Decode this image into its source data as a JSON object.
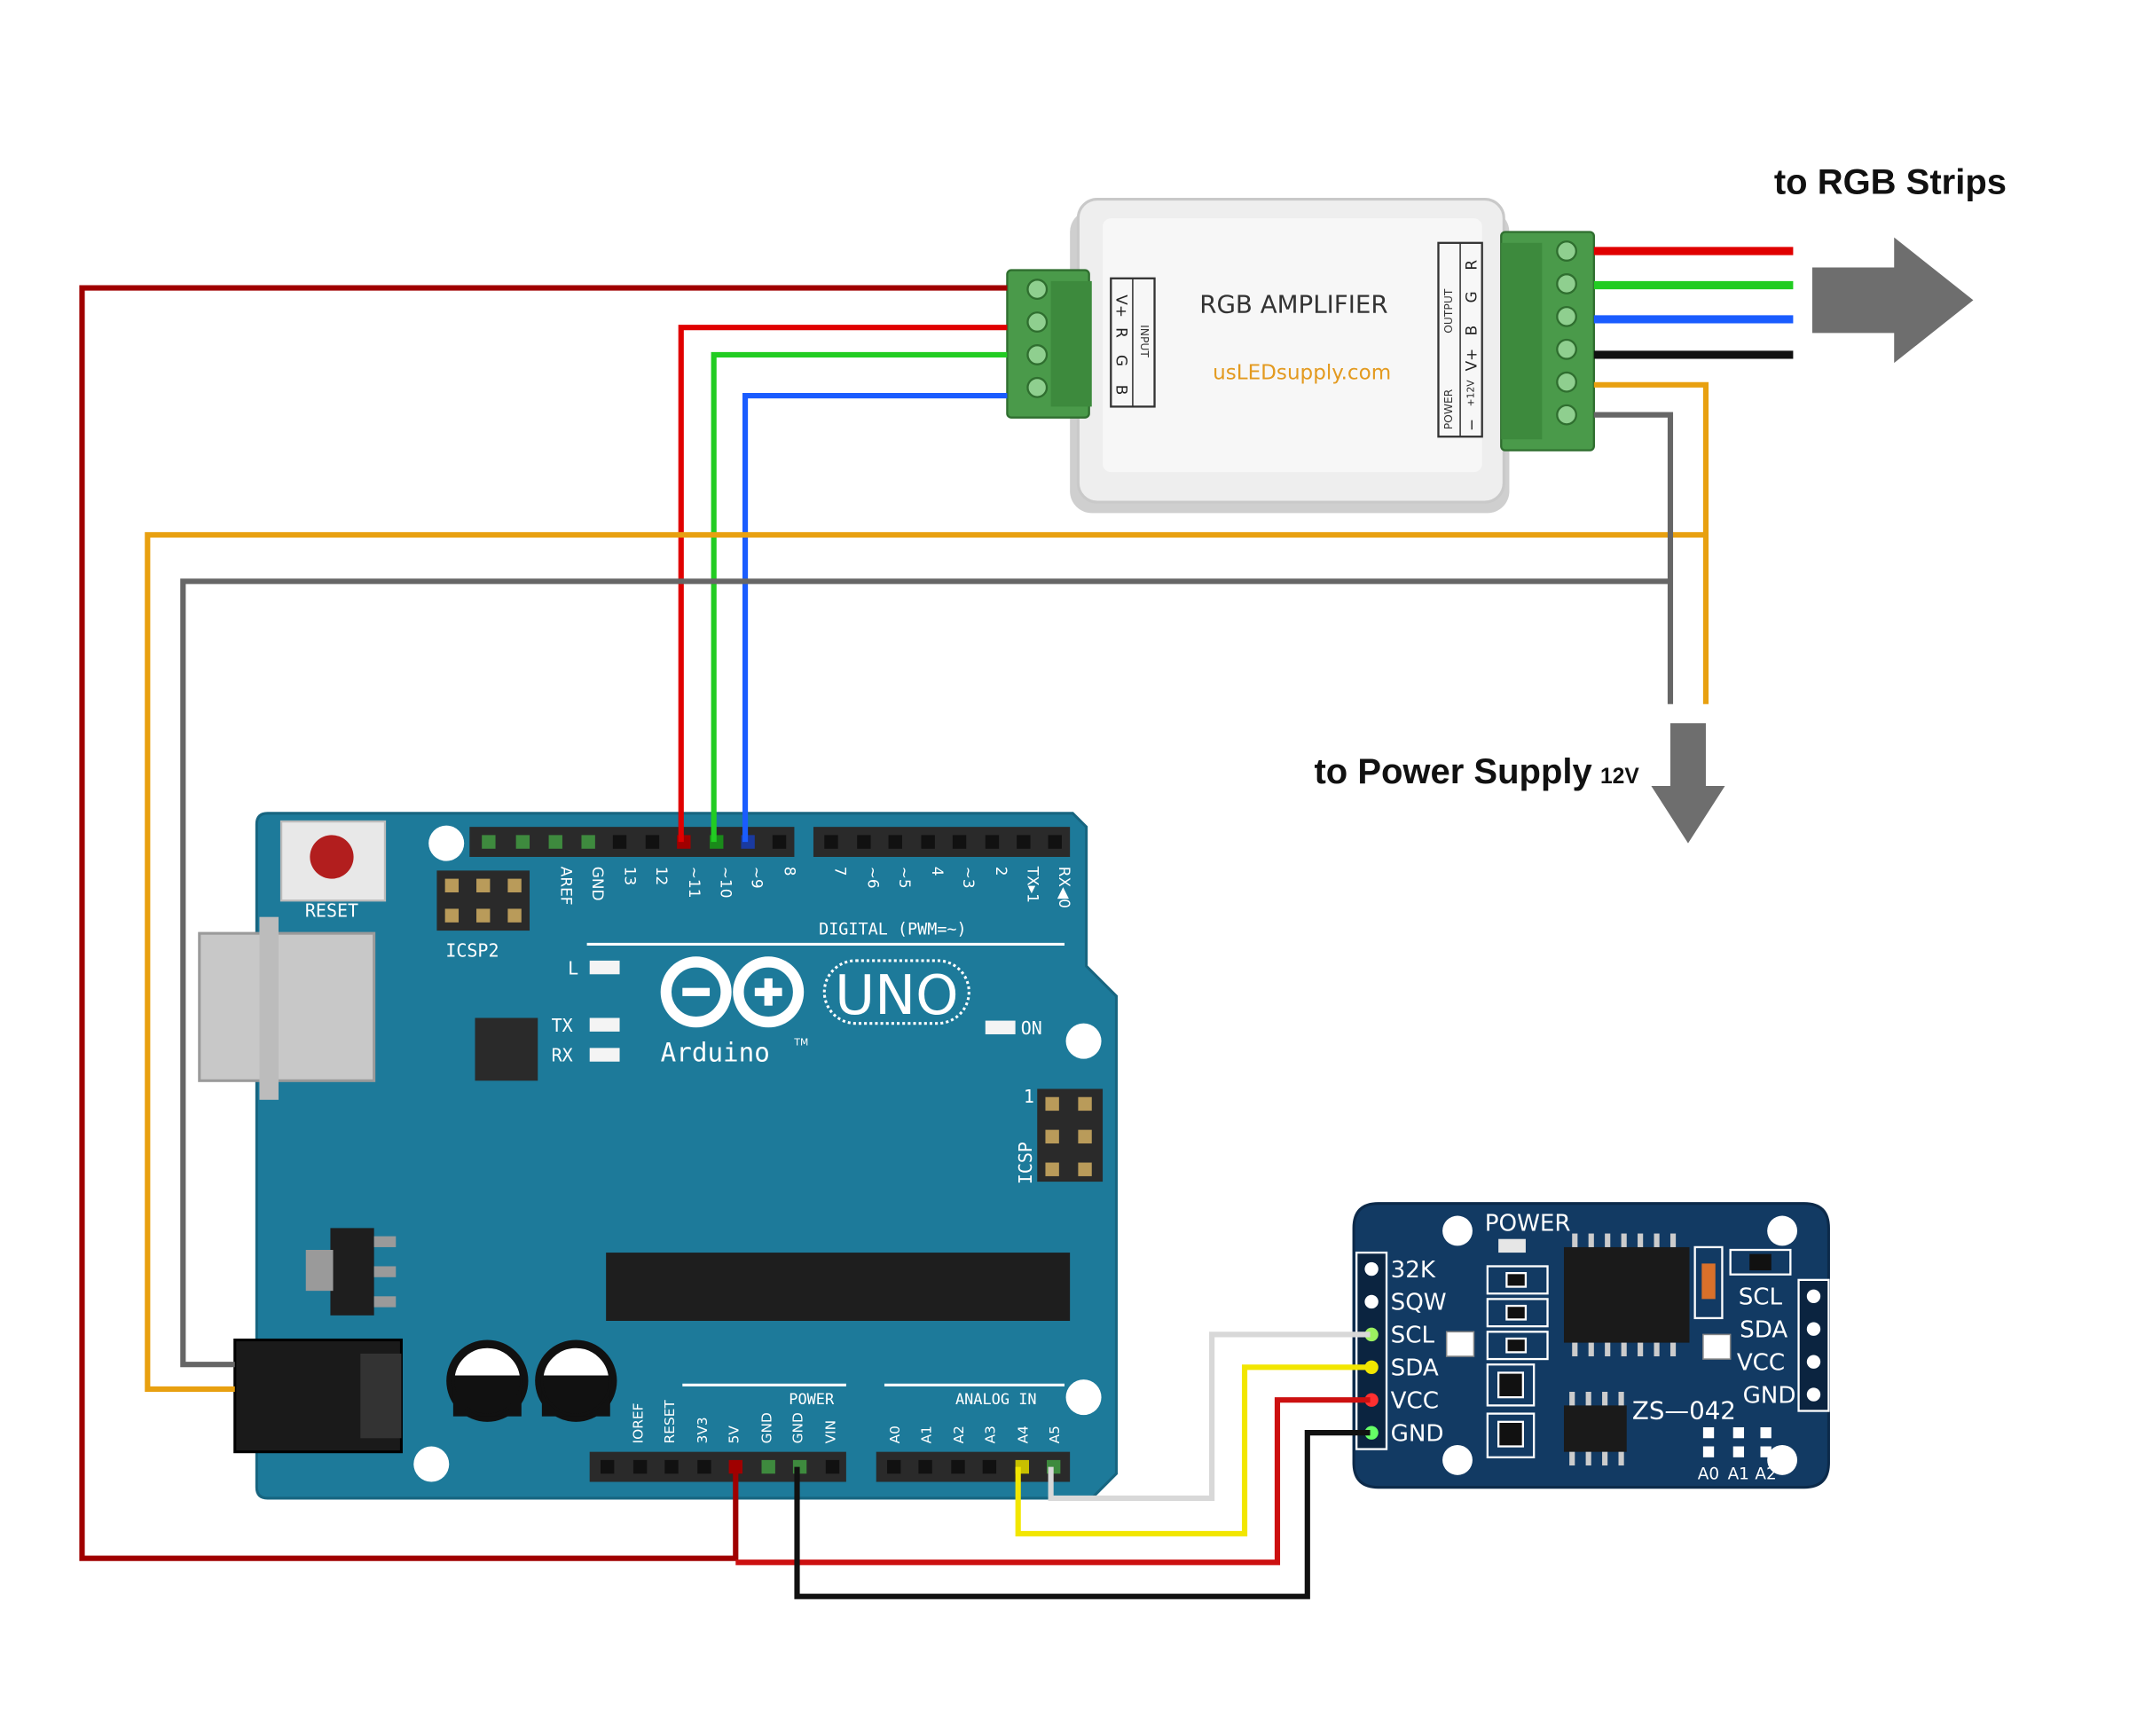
{
  "labels": {
    "to_rgb_strips": "to RGB Strips",
    "to_power_supply": "to Power Supply",
    "power_supply_voltage": "12V"
  },
  "amplifier": {
    "title": "RGB AMPLIFIER",
    "brand": "usLEDsupply.com",
    "input_header": "INPUT",
    "input_pins": [
      "V+",
      "R",
      "G",
      "B"
    ],
    "output_header": "OUTPUT",
    "output_pins": [
      "R",
      "G",
      "B",
      "V+"
    ],
    "power_header": "POWER",
    "power_pins": [
      "+12V",
      "−"
    ]
  },
  "arduino": {
    "reset": "RESET",
    "icsp2": "ICSP2",
    "icsp": "ICSP",
    "icsp_pin1": "1",
    "led_l": "L",
    "led_tx": "TX",
    "led_rx": "RX",
    "led_on": "ON",
    "model": "UNO",
    "brand": "Arduino",
    "trademark": "TM",
    "digital_header": "DIGITAL (PWM=~)",
    "digital_pins": [
      "AREF",
      "GND",
      "13",
      "12",
      "~11",
      "~10",
      "~9",
      "8",
      "7",
      "~6",
      "~5",
      "4",
      "~3",
      "2",
      "TX▸1",
      "RX◀0"
    ],
    "power_header": "POWER",
    "power_pins": [
      "IOREF",
      "RESET",
      "3V3",
      "5V",
      "GND",
      "GND",
      "VIN"
    ],
    "analog_header": "ANALOG IN",
    "analog_pins": [
      "A0",
      "A1",
      "A2",
      "A3",
      "A4",
      "A5"
    ]
  },
  "rtc": {
    "power": "POWER",
    "model": "ZS—042",
    "left_pins": [
      "32K",
      "SQW",
      "SCL",
      "SDA",
      "VCC",
      "GND"
    ],
    "right_pins": [
      "SCL",
      "SDA",
      "VCC",
      "GND"
    ],
    "address_pins": [
      "A0",
      "A1",
      "A2"
    ]
  },
  "colors": {
    "wire_dark_red": "#a00000",
    "wire_red": "#e00000",
    "wire_green": "#22cc22",
    "wire_blue": "#1a5cff",
    "wire_black": "#111111",
    "wire_orange": "#e8a010",
    "wire_gray": "#666666",
    "wire_yellow": "#f2e600",
    "wire_white": "#dddddd",
    "board_teal": "#1d7a9a",
    "rtc_navy": "#123a63",
    "terminal_green": "#4a9a4a",
    "arrow_gray": "#6e6e6e"
  }
}
